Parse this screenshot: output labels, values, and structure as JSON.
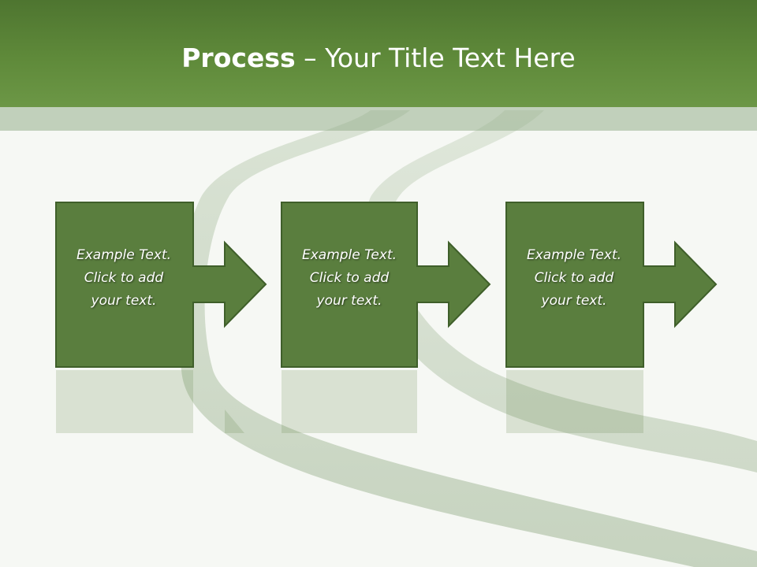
{
  "title": {
    "bold": "Process",
    "rest": " – Your Title Text Here"
  },
  "steps": [
    {
      "line1": "Example Text.",
      "line2": "Click  to add",
      "line3": "your text."
    },
    {
      "line1": "Example Text.",
      "line2": "Click  to add",
      "line3": "your text."
    },
    {
      "line1": "Example Text.",
      "line2": "Click  to add",
      "line3": "your text."
    }
  ],
  "colors": {
    "header": "#5f8a3a",
    "box": "#5a7e3e",
    "box_border": "#3f5f2a",
    "band": "#b6c6ad"
  }
}
